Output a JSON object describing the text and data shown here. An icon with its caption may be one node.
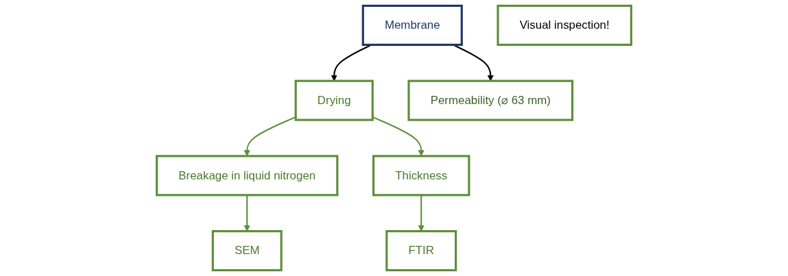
{
  "diagram": {
    "nodes": [
      {
        "text": [
          "Membrane"
        ]
      },
      {
        "text": [
          "Drying"
        ]
      },
      {
        "text": [
          "Breakage in liquid nitrogen"
        ]
      },
      {
        "text": [
          "Permeability (⌀ 63 mm)"
        ]
      },
      {
        "text": [
          "Thickness"
        ]
      },
      {
        "text": [
          "SEM"
        ]
      },
      {
        "text": [
          "Visual inspection!"
        ]
      },
      {
        "text": [
          "FTIR"
        ]
      }
    ],
    "edges": [
      {
        "from": 0,
        "to": 1,
        "arrow": "to",
        "color": "#000000"
      },
      {
        "from": 1,
        "to": 2,
        "arrow": "to"
      },
      {
        "from": 0,
        "to": 3,
        "arrow": "to",
        "color": "#000000"
      },
      {
        "from": 1,
        "to": 4,
        "arrow": "to"
      },
      {
        "from": 2,
        "to": 5,
        "arrow": "to"
      },
      {
        "from": 4,
        "to": 7,
        "arrow": "to"
      }
    ]
  }
}
